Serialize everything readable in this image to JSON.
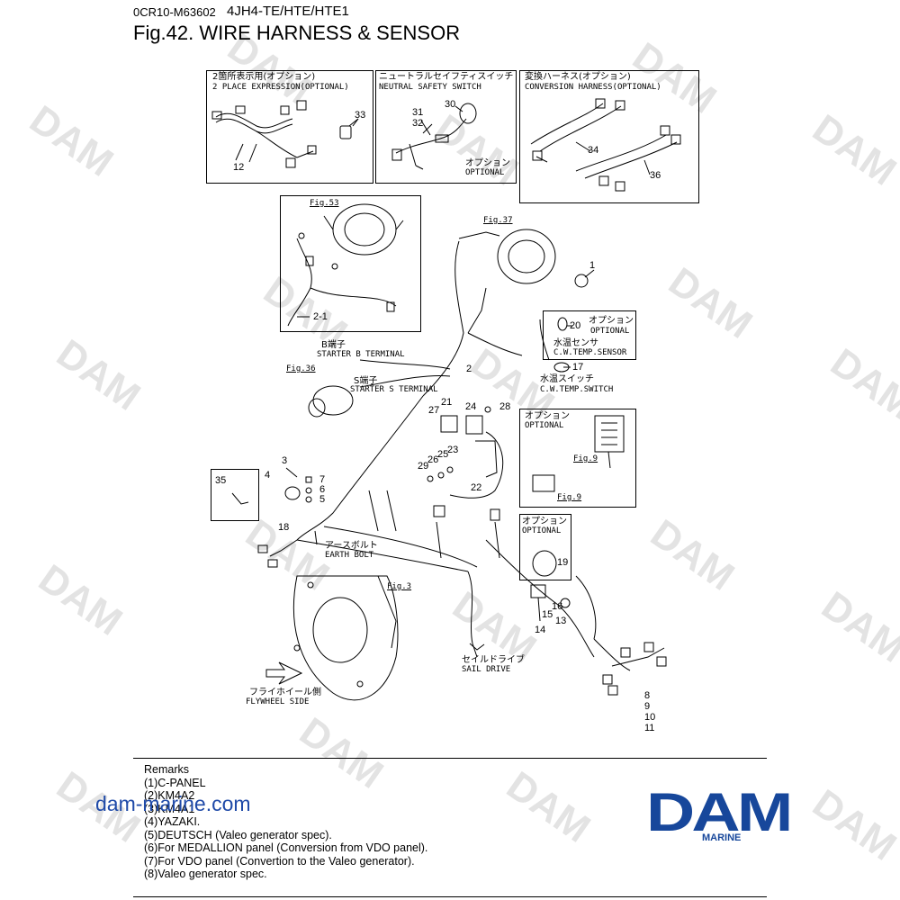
{
  "header": {
    "code": "0CR10-M63602",
    "model": "4JH4-TE/HTE/HTE1",
    "title": "Fig.42.  WIRE HARNESS & SENSOR"
  },
  "watermark": {
    "text": "DAM",
    "color": "#e3e3e3"
  },
  "insets": {
    "two_place": {
      "jp": "2箇所表示用(オプション)",
      "en": "2 PLACE EXPRESSION(OPTIONAL)",
      "part_a": "33",
      "part_b": "12"
    },
    "neutral": {
      "jp": "ニュートラルセイフティスイッチ",
      "en": "NEUTRAL SAFETY SWITCH",
      "part_a": "31",
      "part_b": "32",
      "part_c": "30",
      "opt_jp": "オプション",
      "opt_en": "OPTIONAL"
    },
    "conversion": {
      "jp": "変換ハーネス(オプション)",
      "en": "CONVERSION HARNESS(OPTIONAL)",
      "part_a": "34",
      "part_b": "36"
    },
    "alternator": {
      "fig": "Fig.53",
      "part": "2-1"
    },
    "temp_sensor": {
      "part_a": "20",
      "opt_jp": "オプション",
      "opt_en": "OPTIONAL",
      "sensor_jp": "水温センサ",
      "sensor_en": "C.W.TEMP.SENSOR",
      "part_b": "17",
      "switch_jp": "水温スイッチ",
      "switch_en": "C.W.TEMP.SWITCH"
    },
    "optional_right": {
      "opt_jp": "オプション",
      "opt_en": "OPTIONAL",
      "fig_a": "Fig.9",
      "fig_b": "Fig.9"
    },
    "optional_lower": {
      "opt_jp": "オプション",
      "opt_en": "OPTIONAL",
      "part": "19"
    },
    "part35": {
      "part": "35"
    }
  },
  "main": {
    "fig37": "Fig.37",
    "fig36": "Fig.36",
    "fig3": "Fig.3",
    "starter_b_jp": "B端子",
    "starter_b_en": "STARTER B TERMINAL",
    "starter_s_jp": "S端子",
    "starter_s_en": "STARTER S TERMINAL",
    "earth_jp": "アースボルト",
    "earth_en": "EARTH BOLT",
    "sail_jp": "セイルドライブ",
    "sail_en": "SAIL DRIVE",
    "flywheel_jp": "フライホイール側",
    "flywheel_en": "FLYWHEEL SIDE",
    "parts": {
      "p1": "1",
      "p2": "2",
      "p3": "3",
      "p4": "4",
      "p5": "5",
      "p6": "6",
      "p7": "7",
      "p8": "8",
      "p9": "9",
      "p10": "10",
      "p11": "11",
      "p13": "13",
      "p14": "14",
      "p15": "15",
      "p16": "16",
      "p18": "18",
      "p21": "21",
      "p22": "22",
      "p23": "23",
      "p24": "24",
      "p25": "25",
      "p26": "26",
      "p27": "27",
      "p28": "28",
      "p29": "29"
    }
  },
  "remarks": {
    "title": "Remarks",
    "items": [
      "(1)C-PANEL",
      "(2)KM4A2",
      "(3)KM4A1",
      "(4)YAZAKI.",
      "(5)DEUTSCH (Valeo generator spec).",
      "(6)For MEDALLION panel (Conversion from VDO panel).",
      "(7)For VDO panel (Convertion to the Valeo generator).",
      "(8)Valeo generator spec."
    ]
  },
  "branding": {
    "website": "dam-marine.com",
    "logo": "DAM",
    "tagline": "MARINE",
    "brand_color": "#17479b",
    "link_color": "#1f4aa8"
  }
}
